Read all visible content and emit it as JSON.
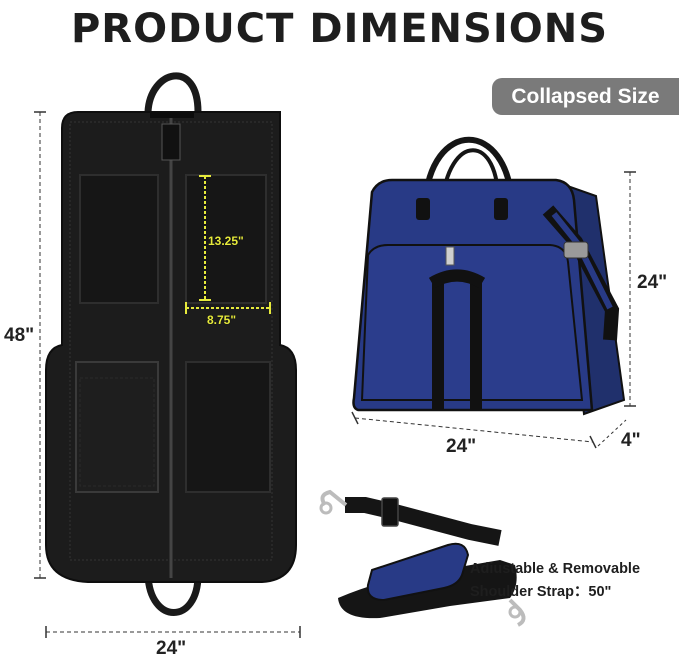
{
  "title": "PRODUCT DIMENSIONS",
  "badge": "Collapsed Size",
  "garment_bag": {
    "height_label": "48\"",
    "width_label": "24\"",
    "pocket_height_label": "13.25\"",
    "pocket_width_label": "8.75\""
  },
  "collapsed_bag": {
    "height_label": "24\"",
    "width_label": "24\"",
    "depth_label": "4\""
  },
  "strap": {
    "line1": "Adiustable & Removable",
    "line2": "Shoulder Strap：50\""
  },
  "colors": {
    "bag_black": "#1c1c1c",
    "bag_navy": "#27357a",
    "measure_yellow": "#e6ea3c",
    "badge_gray": "#7a7a7a"
  }
}
